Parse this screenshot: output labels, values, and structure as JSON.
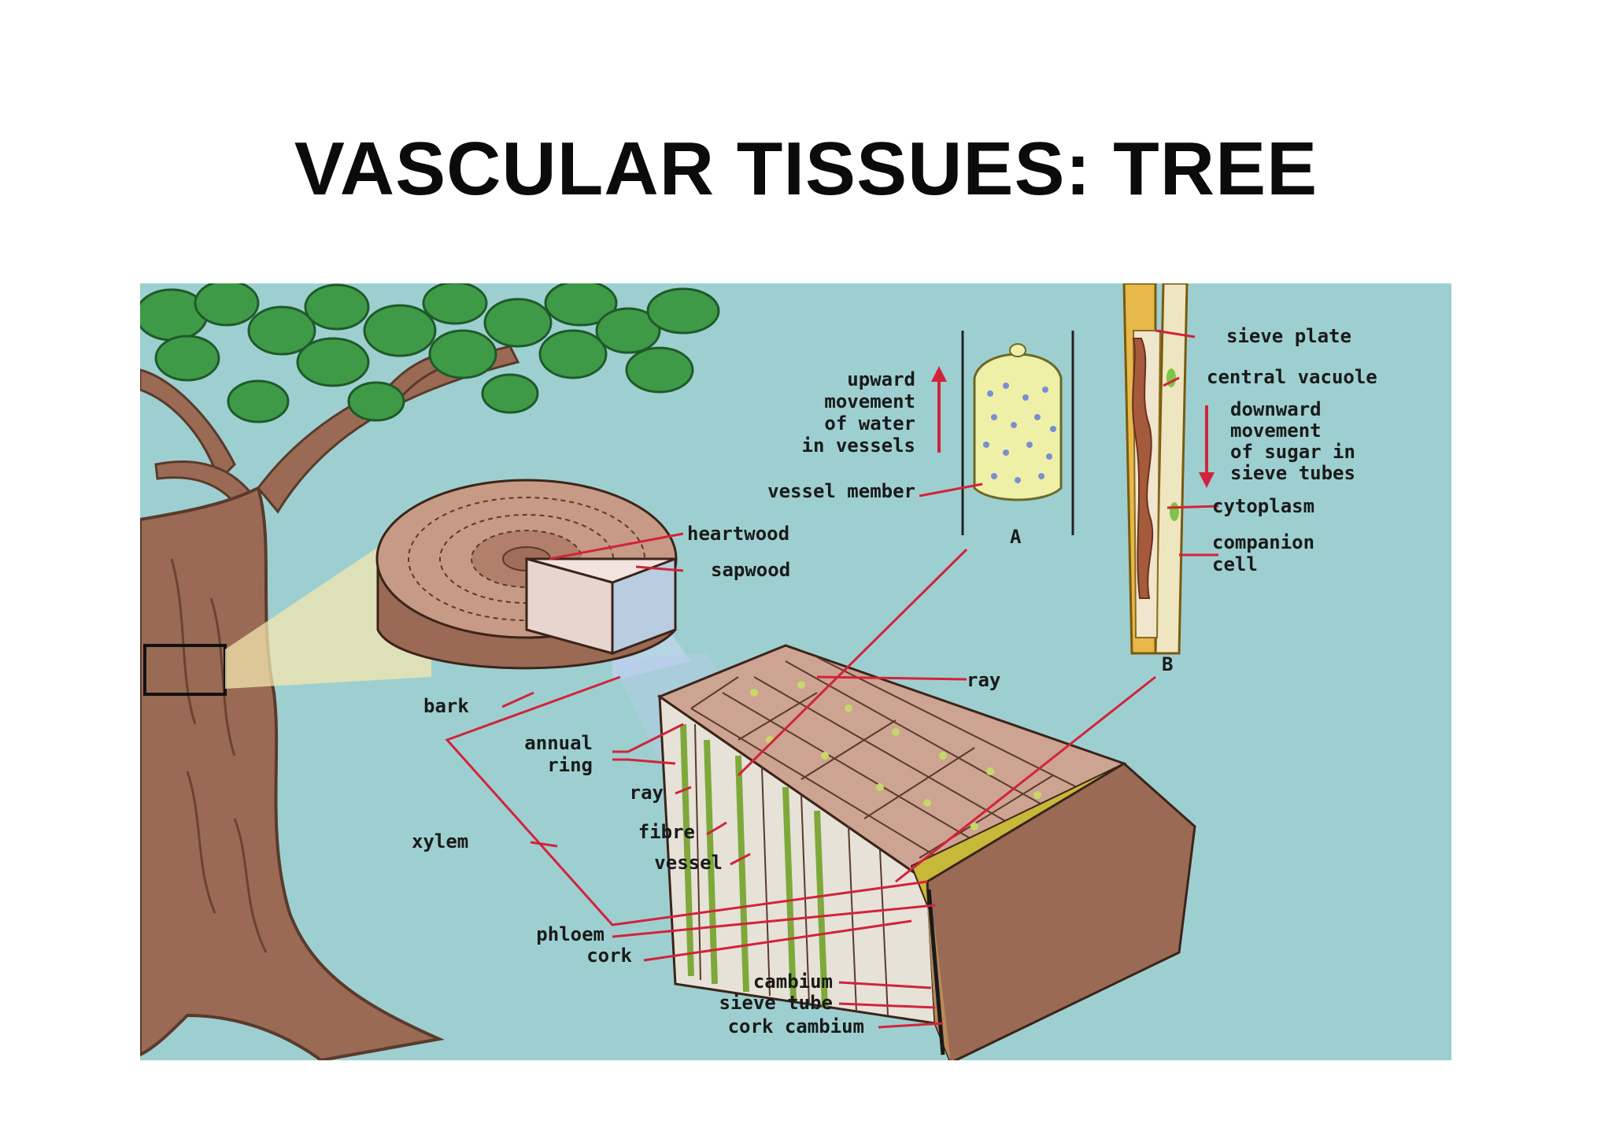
{
  "title": "VASCULAR TISSUES: TREE",
  "colors": {
    "background": "#9ecfd0",
    "leaves": "#3f9a48",
    "trunk": "#9a6a55",
    "leader_lines": "#d2233c"
  },
  "labels": {
    "upward": [
      "upward",
      "movement",
      "of water",
      "in vessels"
    ],
    "vessel_member": "vessel member",
    "A": "A",
    "heartwood": "heartwood",
    "sapwood": "sapwood",
    "sieve_plate": "sieve plate",
    "central_vacuole": "central vacuole",
    "downward": [
      "downward",
      "movement",
      "of sugar in",
      "sieve tubes"
    ],
    "cytoplasm": "cytoplasm",
    "companion_cell": [
      "companion",
      "cell"
    ],
    "B": "B",
    "ray_top": "ray",
    "bark": "bark",
    "annual_ring": [
      "annual",
      "ring"
    ],
    "ray": "ray",
    "fibre": "fibre",
    "vessel": "vessel",
    "xylem": "xylem",
    "phloem": "phloem",
    "cork": "cork",
    "cambium": "cambium",
    "sieve_tube": "sieve tube",
    "cork_cambium": "cork cambium"
  }
}
